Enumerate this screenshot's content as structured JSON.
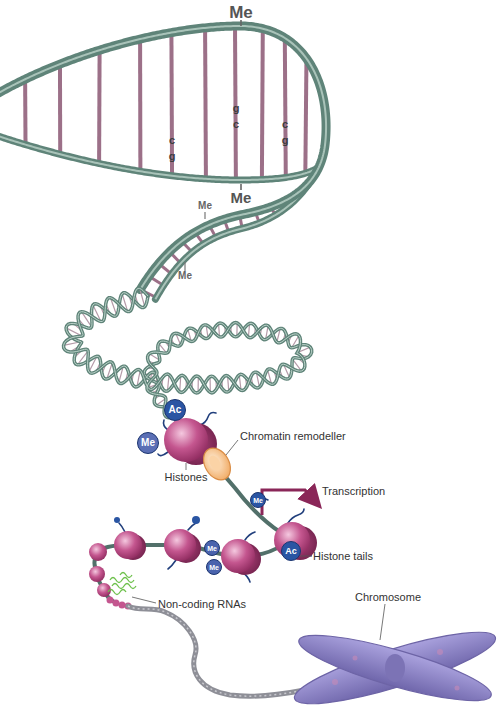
{
  "diagram": {
    "nodes": [
      {
        "text": [
          "Ac"
        ]
      },
      {
        "text": [
          "Me"
        ]
      },
      {
        "text": [
          "Me"
        ]
      },
      {
        "text": [
          "Me"
        ]
      },
      {
        "text": [
          "Ac"
        ]
      },
      {
        "text": [
          "Me"
        ]
      }
    ],
    "labels": [
      "Me",
      "c",
      "g",
      "g",
      "c",
      "c",
      "g",
      "Me",
      "Me",
      "Me",
      "Chromatin remodeller",
      "Histones",
      "Transcription",
      "Histone tails",
      "Non-coding RNAs",
      "Chromosome"
    ]
  }
}
